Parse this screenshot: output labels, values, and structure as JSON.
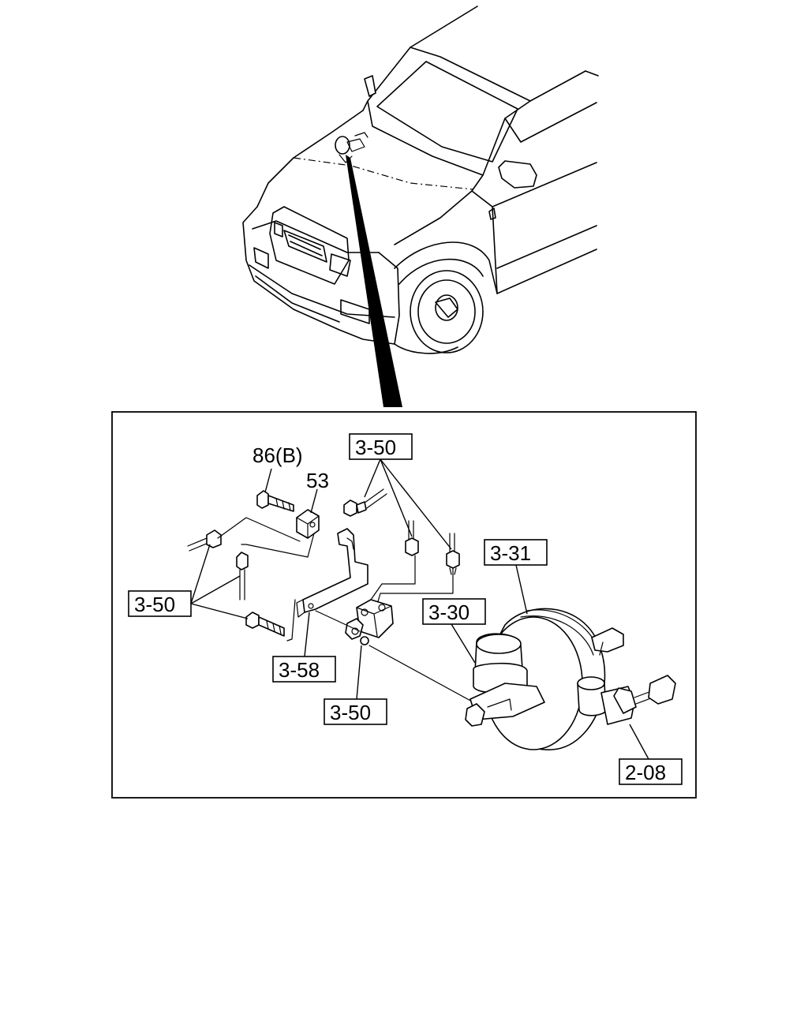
{
  "callouts": {
    "ref_86b": "86(B)",
    "ref_53": "53",
    "ref_3_50_top": "3-50",
    "ref_3_50_left": "3-50",
    "ref_3_50_bottom": "3-50",
    "ref_3_58": "3-58",
    "ref_3_30": "3-30",
    "ref_3_31": "3-31",
    "ref_2_08": "2-08"
  }
}
